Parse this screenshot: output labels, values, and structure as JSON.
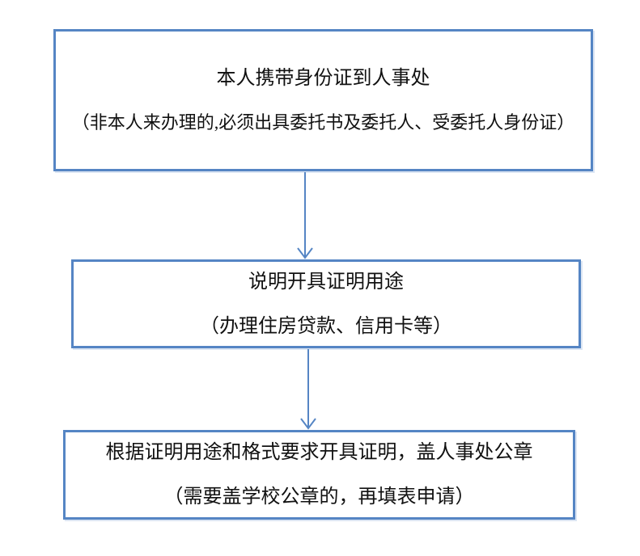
{
  "page": {
    "background_color": "#ffffff",
    "accent_color": "#5585c4",
    "text_color": "#111111"
  },
  "flowchart": {
    "steps": [
      {
        "line1": "本人携带身份证到人事处",
        "line2": "（非本人来办理的,必须出具委托书及委托人、受委托人身份证）"
      },
      {
        "line1": "说明开具证明用途",
        "line2": "（办理住房贷款、信用卡等）"
      },
      {
        "line1": "根据证明用途和格式要求开具证明，盖人事处公章",
        "line2": "（需要盖学校公章的，再填表申请）"
      }
    ],
    "connectors": [
      {
        "name": "arrow-step1-to-step2",
        "direction": "down"
      },
      {
        "name": "arrow-step2-to-step3",
        "direction": "down"
      }
    ]
  }
}
